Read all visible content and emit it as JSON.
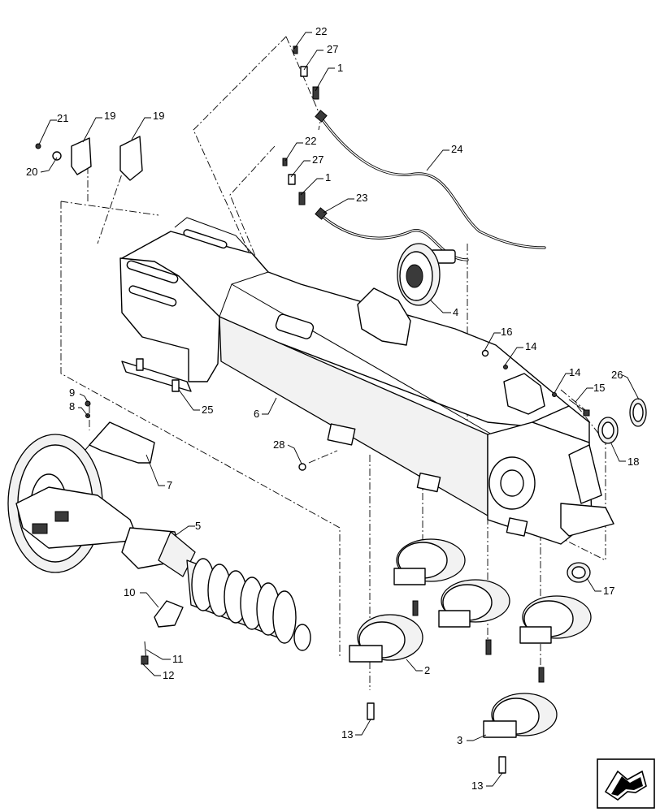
{
  "callouts": {
    "c1a": "1",
    "c1b": "1",
    "c2": "2",
    "c3": "3",
    "c4": "4",
    "c5": "5",
    "c6": "6",
    "c7": "7",
    "c8": "8",
    "c9": "9",
    "c10": "10",
    "c11": "11",
    "c12": "12",
    "c13a": "13",
    "c13b": "13",
    "c14a": "14",
    "c14b": "14",
    "c15": "15",
    "c16": "16",
    "c17": "17",
    "c18": "18",
    "c19a": "19",
    "c19b": "19",
    "c20": "20",
    "c21": "21",
    "c22a": "22",
    "c22b": "22",
    "c23": "23",
    "c24": "24",
    "c25": "25",
    "c26": "26",
    "c27a": "27",
    "c27b": "27",
    "c28": "28"
  },
  "icons": {
    "orientation": "front-arrow-icon"
  }
}
